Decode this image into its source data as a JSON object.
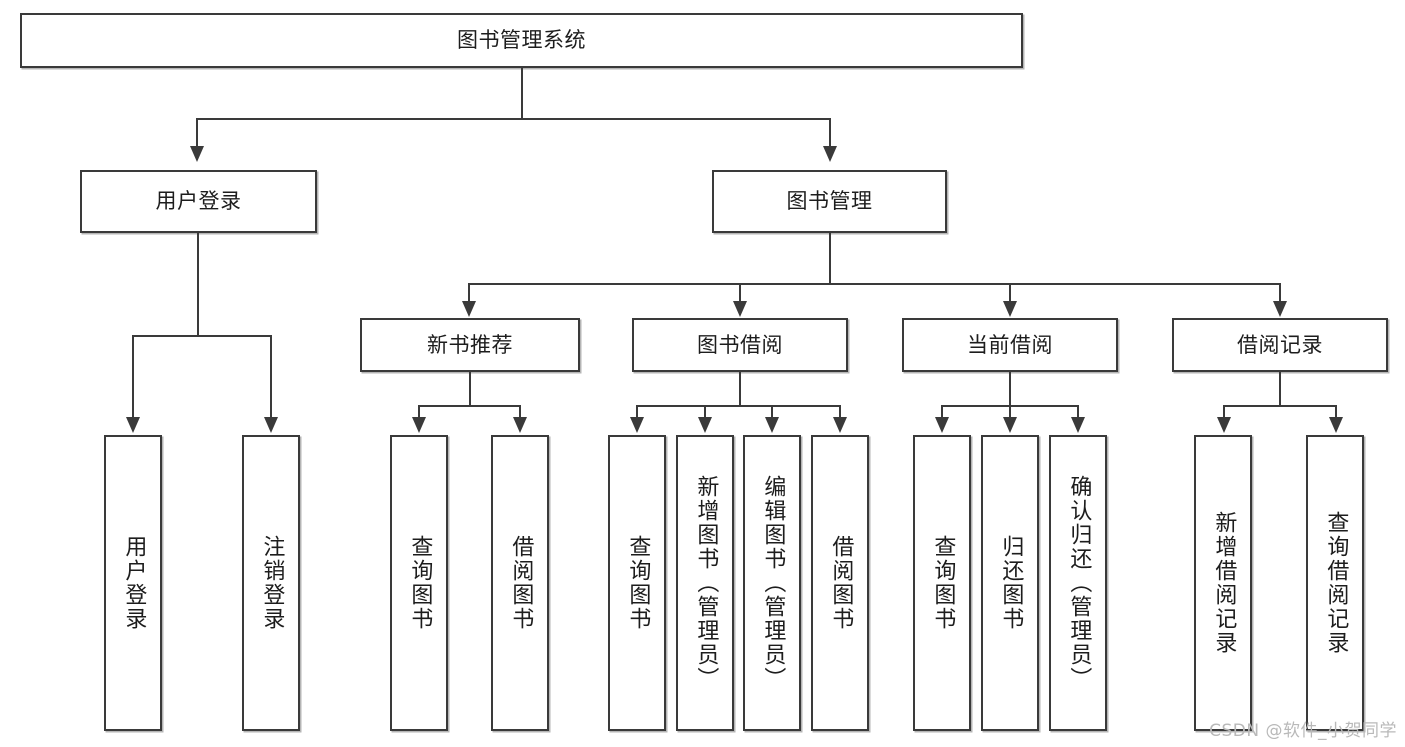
{
  "diagram": {
    "type": "tree",
    "title": "图书管理系统",
    "watermark": "CSDN @软件_小贺同学",
    "colors": {
      "box_border": "#3a3a3a",
      "box_fill": "#ffffff",
      "line": "#3a3a3a",
      "text": "#1d1d1d",
      "watermark": "#b9b9b9",
      "background": "#ffffff"
    },
    "nodes": {
      "root": {
        "label": "图书管理系统"
      },
      "level2": [
        {
          "id": "user-login",
          "label": "用户登录"
        },
        {
          "id": "book-manage",
          "label": "图书管理"
        }
      ],
      "level3": [
        {
          "id": "new-book-recommend",
          "label": "新书推荐"
        },
        {
          "id": "book-borrow",
          "label": "图书借阅"
        },
        {
          "id": "current-borrow",
          "label": "当前借阅"
        },
        {
          "id": "borrow-record",
          "label": "借阅记录"
        }
      ],
      "leaves": {
        "user-login": [
          {
            "id": "leaf-user-login",
            "label": "用户登录"
          },
          {
            "id": "leaf-user-logout",
            "label": "注销登录"
          }
        ],
        "new-book-recommend": [
          {
            "id": "leaf-query-book-1",
            "label": "查询图书"
          },
          {
            "id": "leaf-borrow-book-1",
            "label": "借阅图书"
          }
        ],
        "book-borrow": [
          {
            "id": "leaf-query-book-2",
            "label": "查询图书"
          },
          {
            "id": "leaf-add-book",
            "label": "新增图书（管理员）"
          },
          {
            "id": "leaf-edit-book",
            "label": "编辑图书（管理员）"
          },
          {
            "id": "leaf-borrow-book-2",
            "label": "借阅图书"
          }
        ],
        "current-borrow": [
          {
            "id": "leaf-query-book-3",
            "label": "查询图书"
          },
          {
            "id": "leaf-return-book",
            "label": "归还图书"
          },
          {
            "id": "leaf-confirm-return",
            "label": "确认归还（管理员）"
          }
        ],
        "borrow-record": [
          {
            "id": "leaf-add-record",
            "label": "新增借阅记录"
          },
          {
            "id": "leaf-query-record",
            "label": "查询借阅记录"
          }
        ]
      }
    }
  }
}
